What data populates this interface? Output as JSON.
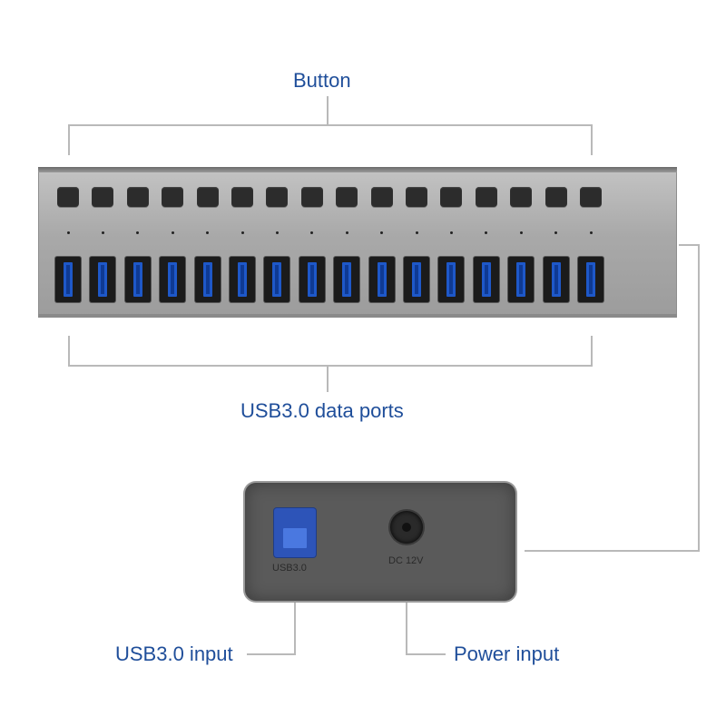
{
  "labels": {
    "button": "Button",
    "usb_ports": "USB3.0 data ports",
    "usb_input": "USB3.0 input",
    "power_input": "Power input"
  },
  "back_panel": {
    "usb_port_marking": "USB3.0",
    "dc_marking": "DC 12V"
  },
  "hub": {
    "button_count": 16,
    "port_count": 16
  },
  "colors": {
    "label_text": "#1f4e9a",
    "leader_line": "#b9b9b9",
    "usb_blue": "#1e58c9",
    "hub_body": "#a9a9a9"
  }
}
